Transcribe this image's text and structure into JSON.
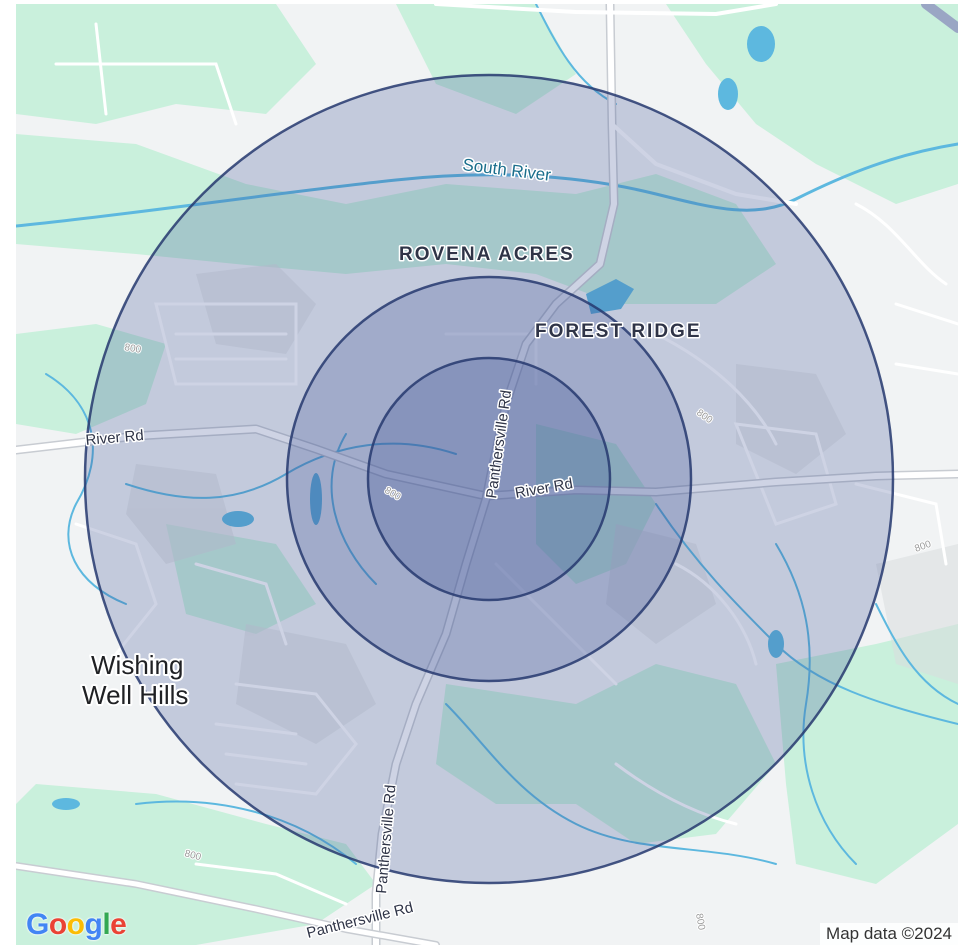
{
  "map": {
    "attribution": "Map data ©2024",
    "logo_text": "Google",
    "logo_letters": [
      {
        "ch": "G",
        "color": "#4285F4"
      },
      {
        "ch": "o",
        "color": "#EA4335"
      },
      {
        "ch": "o",
        "color": "#FBBC05"
      },
      {
        "ch": "g",
        "color": "#4285F4"
      },
      {
        "ch": "l",
        "color": "#34A853"
      },
      {
        "ch": "e",
        "color": "#EA4335"
      }
    ],
    "labels": {
      "rovena_acres": "ROVENA ACRES",
      "forest_ridge": "FOREST RIDGE",
      "wishing_line1": "Wishing",
      "wishing_line2": "Well Hills",
      "south_river": "South River",
      "river_rd_west": "River Rd",
      "river_rd_center": "River Rd",
      "panthersville_north": "Panthersville Rd",
      "panthersville_south1": "Panthersville Rd",
      "panthersville_south2": "Panthersville Rd",
      "contour_800_a": "800",
      "contour_800_b": "800",
      "contour_800_c": "800",
      "contour_800_d": "800",
      "contour_800_e": "800",
      "contour_800_f": "800"
    },
    "colors": {
      "land": "#f1f3f4",
      "park": "#c9f0dc",
      "water": "#5db8df",
      "road": "#ffffff",
      "ring_fill": "#3a4f95",
      "ring_stroke": "#26386e"
    },
    "radius_rings": [
      {
        "name": "outer-radius-ring"
      },
      {
        "name": "middle-radius-ring"
      },
      {
        "name": "inner-radius-ring"
      }
    ]
  }
}
